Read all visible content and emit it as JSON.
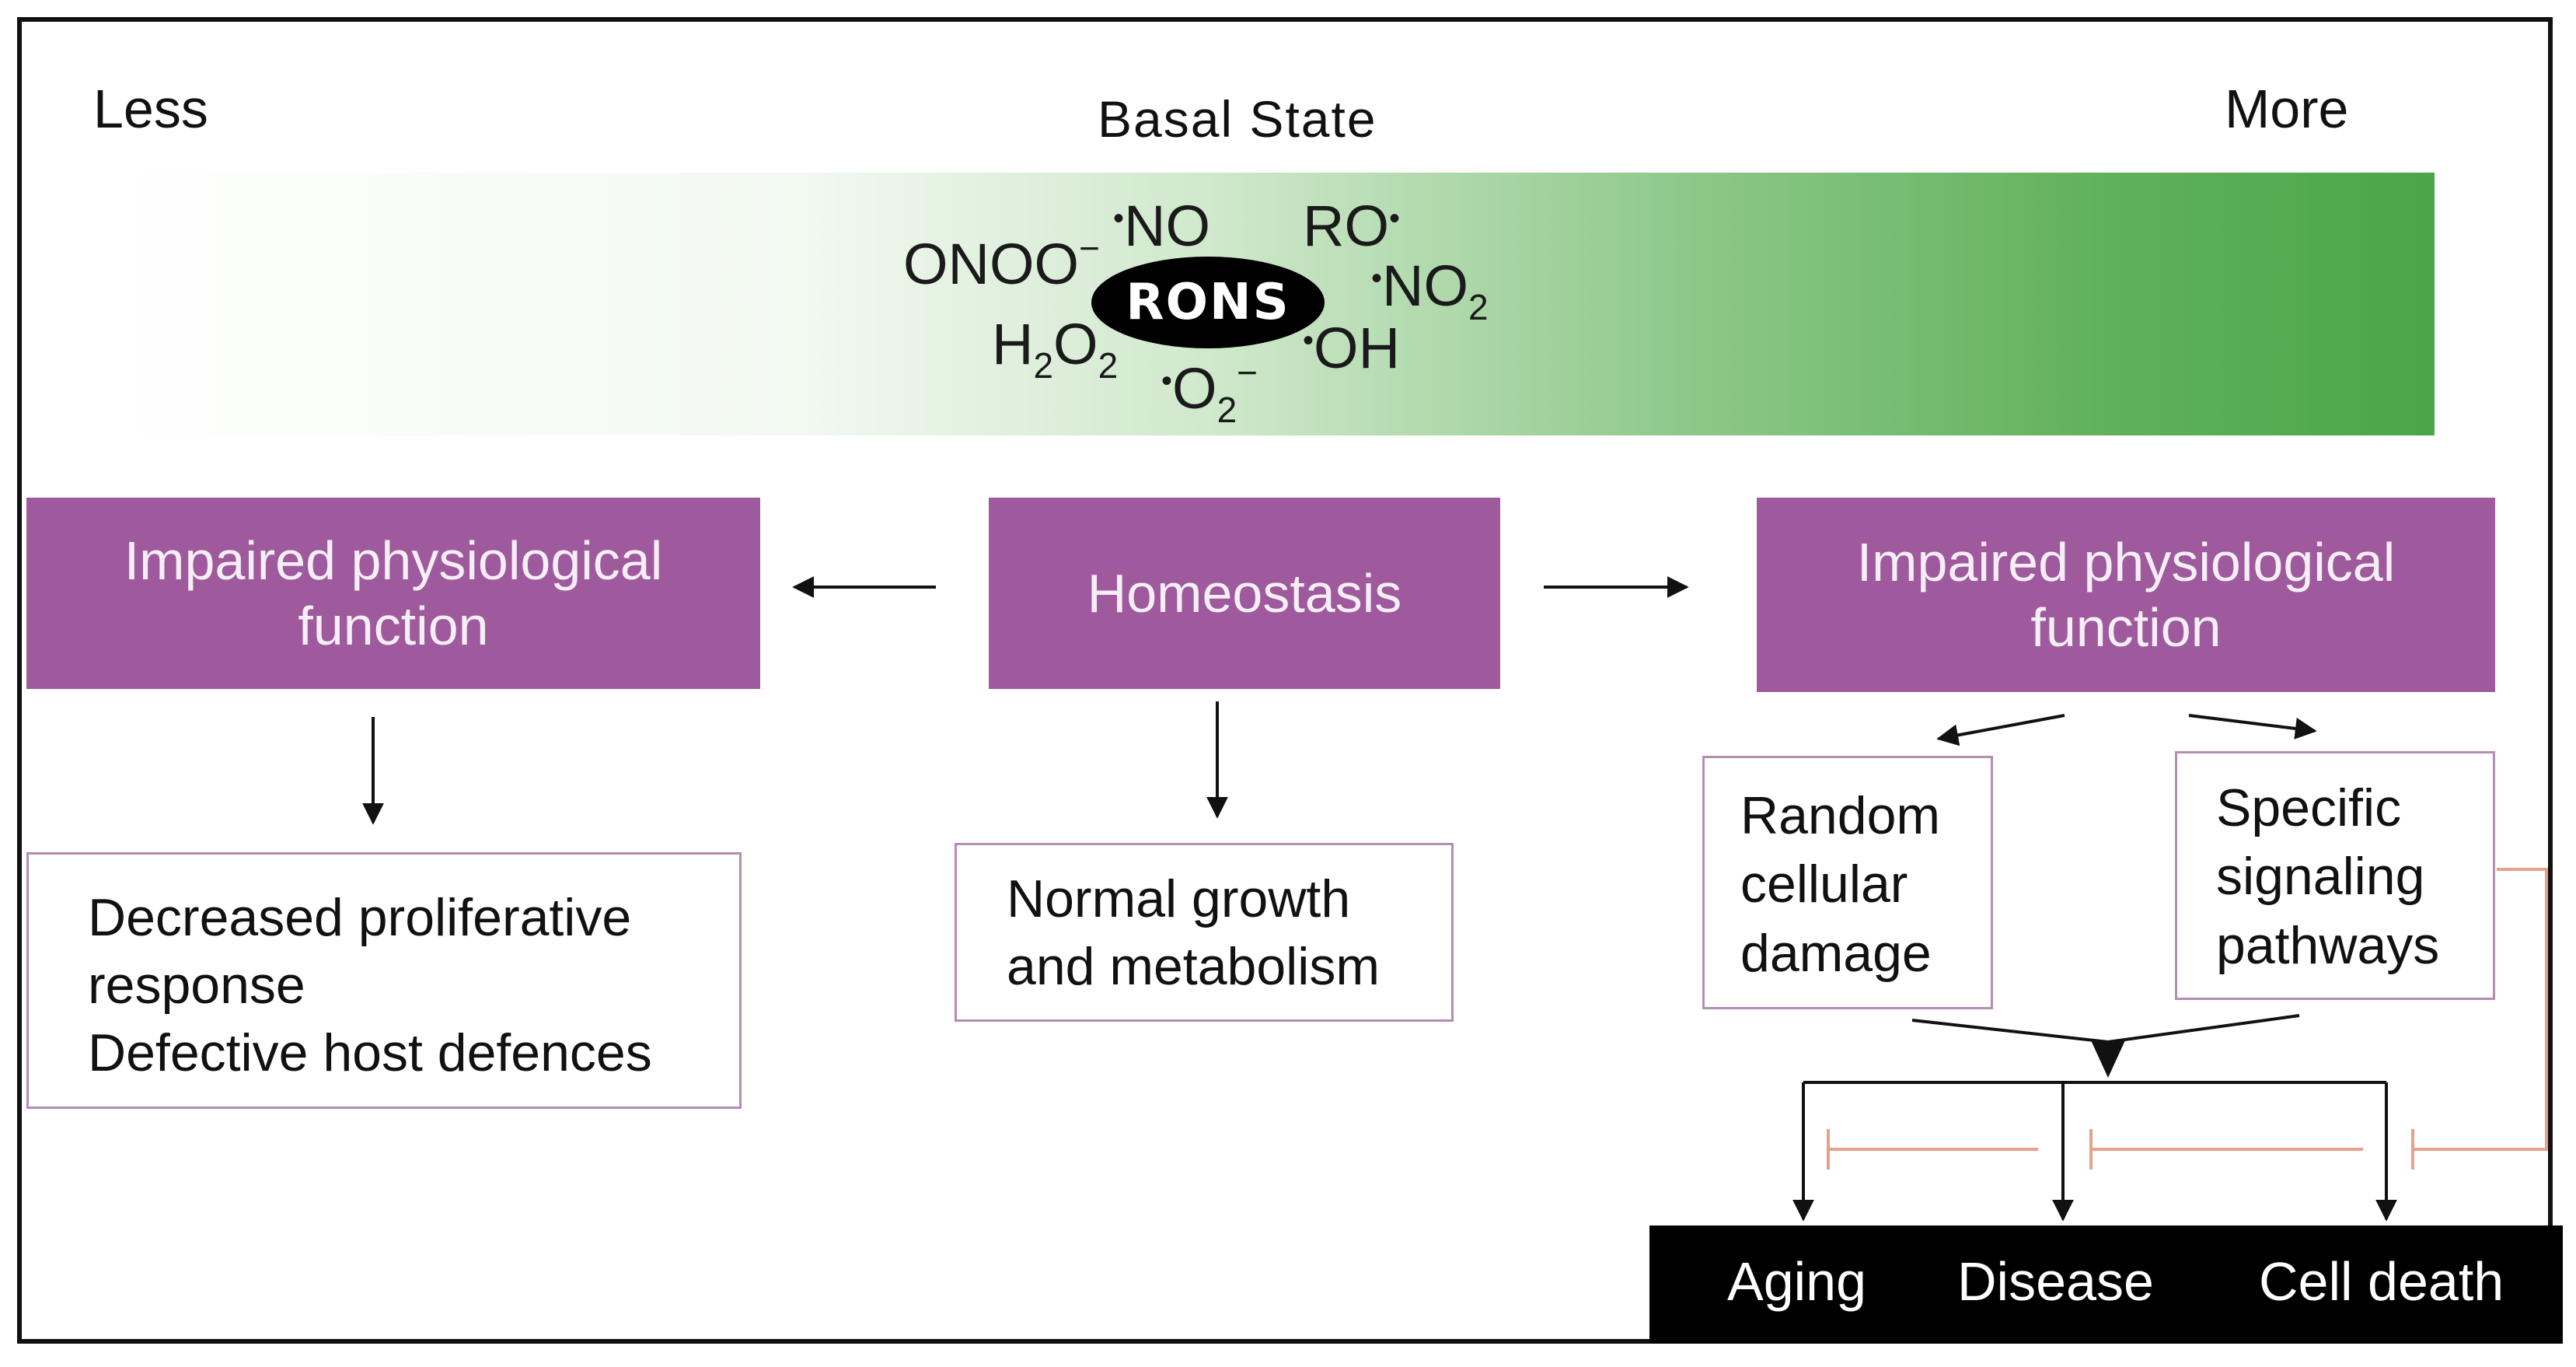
{
  "scale": {
    "less": "Less",
    "more": "More",
    "basal_state": "Basal State"
  },
  "rons": {
    "center": "RONS",
    "onoo": "ONOO",
    "no": "NO",
    "ro": "RO",
    "no2": "NO",
    "h2o2_h": "H",
    "h2o2_o": "O",
    "oh": "OH",
    "o2": "O",
    "sub_2": "2",
    "sup_minus": "−",
    "dot": "•"
  },
  "boxes": {
    "left_purple": "Impaired physiological function",
    "center_purple": "Homeostasis",
    "right_purple": "Impaired physiological function",
    "left_outcome_line1": "Decreased proliferative response",
    "left_outcome_line2": "Defective host defences",
    "center_outcome": "Normal growth and metabolism",
    "random_damage": "Random cellular damage",
    "signaling": "Specific signaling pathways"
  },
  "outcomes": {
    "aging": "Aging",
    "disease": "Disease",
    "cell_death": "Cell death"
  },
  "colors": {
    "purple": "#9e5a9c",
    "green": "#4aa646",
    "inhibit_line": "#e8a08a",
    "box_border": "#b48db2"
  }
}
